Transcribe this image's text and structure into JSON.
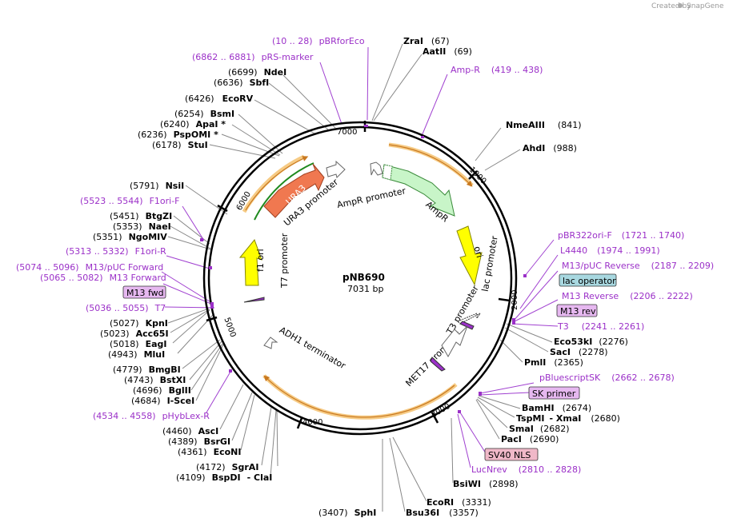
{
  "brand": {
    "created_by": "Created by",
    "name": "SnapGene"
  },
  "plasmid": {
    "name": "pNB690",
    "length": "7031 bp"
  },
  "tick_labels": [
    "7000",
    "1000",
    "2000",
    "3000",
    "4000",
    "5000",
    "6000"
  ],
  "features": {
    "ura3": "URA3",
    "ura3_promoter": "URA3 promoter",
    "ampr_promoter": "AmpR promoter",
    "ampr": "AmpR",
    "ori": "ori",
    "f1_ori": "f1 ori",
    "t7_promoter": "T7 promoter",
    "lac_promoter": "lac promoter",
    "t3_promoter": "T3 promoter",
    "met17_promoter": "MET17 promoter",
    "adh1_terminator": "ADH1 terminator"
  },
  "sites": [
    {
      "name": "ZraI",
      "pos": "(67)"
    },
    {
      "name": "AatII",
      "pos": "(69)"
    },
    {
      "name": "NmeAIII",
      "pos": "(841)"
    },
    {
      "name": "AhdI",
      "pos": "(988)"
    },
    {
      "name": "Eco53kI",
      "pos": "(2276)"
    },
    {
      "name": "SacI",
      "pos": "(2278)"
    },
    {
      "name": "PmlI",
      "pos": "(2365)"
    },
    {
      "name": "BamHI",
      "pos": "(2674)"
    },
    {
      "name": "TspMI",
      "pos": ""
    },
    {
      "name": "- XmaI",
      "pos": "(2680)"
    },
    {
      "name": "SmaI",
      "pos": "(2682)"
    },
    {
      "name": "PacI",
      "pos": "(2690)"
    },
    {
      "name": "BsiWI",
      "pos": "(2898)"
    },
    {
      "name": "EcoRI",
      "pos": "(3331)"
    },
    {
      "name": "Bsu36I",
      "pos": "(3357)"
    },
    {
      "name": "SphI",
      "pos": "(3407)"
    },
    {
      "name": "NdeI",
      "pos": "(6699)"
    },
    {
      "name": "SbfI",
      "pos": "(6636)"
    },
    {
      "name": "EcoRV",
      "pos": "(6426)"
    },
    {
      "name": "BsmI",
      "pos": "(6254)"
    },
    {
      "name": "ApaI *",
      "pos": "(6240)"
    },
    {
      "name": "PspOMI *",
      "pos": "(6236)"
    },
    {
      "name": "StuI",
      "pos": "(6178)"
    },
    {
      "name": "NsiI",
      "pos": "(5791)"
    },
    {
      "name": "BtgZI",
      "pos": "(5451)"
    },
    {
      "name": "NaeI",
      "pos": "(5353)"
    },
    {
      "name": "NgoMIV",
      "pos": "(5351)"
    },
    {
      "name": "KpnI",
      "pos": "(5027)"
    },
    {
      "name": "Acc65I",
      "pos": "(5023)"
    },
    {
      "name": "EagI",
      "pos": "(5018)"
    },
    {
      "name": "MluI",
      "pos": "(4943)"
    },
    {
      "name": "BmgBI",
      "pos": "(4779)"
    },
    {
      "name": "BstXI",
      "pos": "(4743)"
    },
    {
      "name": "BglII",
      "pos": "(4696)"
    },
    {
      "name": "I-SceI",
      "pos": "(4684)"
    },
    {
      "name": "AscI",
      "pos": "(4460)"
    },
    {
      "name": "BsrGI",
      "pos": "(4389)"
    },
    {
      "name": "EcoNI",
      "pos": "(4361)"
    },
    {
      "name": "SgrAI",
      "pos": "(4172)"
    },
    {
      "name": "BspDI",
      "pos": "(4109)"
    },
    {
      "name": "- ClaI",
      "pos": ""
    }
  ],
  "primers": [
    {
      "range": "(10 .. 28)",
      "name": "pBRforEco"
    },
    {
      "range": "(6862 .. 6881)",
      "name": "pRS-marker"
    },
    {
      "range": "(419 .. 438)",
      "name": "Amp-R"
    },
    {
      "range": "(1721 .. 1740)",
      "name": "pBR322ori-F"
    },
    {
      "range": "(1974 .. 1991)",
      "name": "L4440"
    },
    {
      "range": "(2187 .. 2209)",
      "name": "M13/pUC Reverse"
    },
    {
      "range": "(2206 .. 2222)",
      "name": "M13 Reverse"
    },
    {
      "range": "(2241 .. 2261)",
      "name": "T3"
    },
    {
      "range": "(2662 .. 2678)",
      "name": "pBluescriptSK"
    },
    {
      "range": "(2810 .. 2828)",
      "name": "LucNrev"
    },
    {
      "range": "(5523 .. 5544)",
      "name": "F1ori-F"
    },
    {
      "range": "(5313 .. 5332)",
      "name": "F1ori-R"
    },
    {
      "range": "(5074 .. 5096)",
      "name": "M13/pUC Forward"
    },
    {
      "range": "(5065 .. 5082)",
      "name": "M13 Forward"
    },
    {
      "range": "(5036 .. 5055)",
      "name": "T7"
    },
    {
      "range": "(4534 .. 4558)",
      "name": "pHybLex-R"
    }
  ],
  "badges": {
    "lac_operator": "lac operator",
    "m13_rev": "M13 rev",
    "sk_primer": "SK primer",
    "sv40_nls": "SV40 NLS",
    "m13_fwd": "M13 fwd"
  },
  "colors": {
    "ura3": "#f07850",
    "ampr": "#c8f5c8",
    "ori": "#ffff00",
    "f1_ori": "#ffff00",
    "orf": "#f5b860",
    "primer": "#9b30c8",
    "lac_operator": "#a8d8e0",
    "badge_purple": "#e6b8f0",
    "sv40": "#f0b8c8"
  }
}
